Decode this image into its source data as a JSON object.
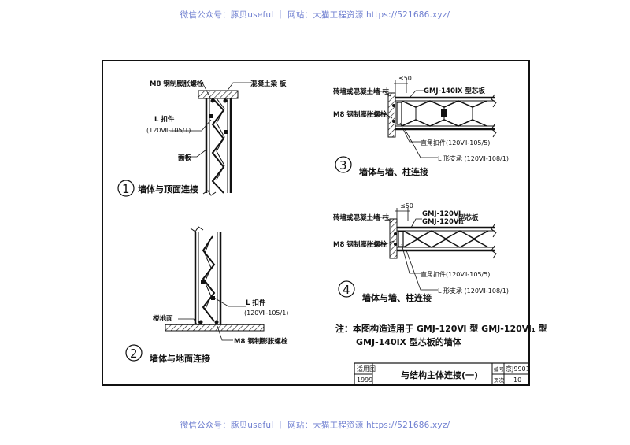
{
  "watermark": {
    "top": "微信公众号：豚贝useful ｜ 网站：大猫工程资源 https://521686.xyz/",
    "bottom": "微信公众号：豚贝useful ｜ 网站：大猫工程资源 https://521686.xyz/"
  },
  "details": {
    "d1": {
      "number": "1",
      "title": "墙体与顶面连接",
      "labels": {
        "anchor_bolt": "M8 钢制膨胀螺栓",
        "slab": "混凝土梁 板",
        "l_clip": "L 扣件",
        "l_clip_ref": "(120Ⅶ-105/1)",
        "panel": "面板"
      }
    },
    "d2": {
      "number": "2",
      "title": "墙体与地面连接",
      "labels": {
        "floor": "楼地面",
        "l_clip": "L 扣件",
        "l_clip_ref": "(120Ⅶ-105/1)",
        "anchor_bolt": "M8 钢制膨胀螺栓"
      }
    },
    "d3": {
      "number": "3",
      "title": "墙体与墙、柱连接",
      "labels": {
        "wall_col": "砖墙或混凝土墙 柱",
        "dim": "≤50",
        "core_board": "GMJ-140Ⅸ 型芯板",
        "anchor_bolt": "M8 钢制膨胀螺栓",
        "corner_clip": "直角扣件(120Ⅶ-105/5)",
        "l_bracket": "L 形支承 (120Ⅶ-108/1)"
      }
    },
    "d4": {
      "number": "4",
      "title": "墙体与墙、柱连接",
      "labels": {
        "wall_col": "砖墙或混凝土墙 柱",
        "dim": "≤50",
        "core_a": "GMJ-120Ⅵ",
        "core_b": "GMJ-120Ⅵ₁",
        "core_suffix": "型芯板",
        "anchor_bolt": "M8 钢制膨胀螺栓",
        "corner_clip": "直角扣件(120Ⅶ-105/5)",
        "l_bracket": "L 形支承 (120Ⅶ-108/1)"
      }
    }
  },
  "note": {
    "line1": "注：本图构造适用于 GMJ-120Ⅵ 型  GMJ-120Ⅵ₁ 型",
    "line2": "GMJ-140Ⅸ 型芯板的墙体"
  },
  "title_block": {
    "usage_label": "适用图",
    "year": "1999",
    "title": "与结构主体连接(一)",
    "code_label": "编号",
    "code": "京J9901",
    "page_label": "页次",
    "page": "10"
  }
}
